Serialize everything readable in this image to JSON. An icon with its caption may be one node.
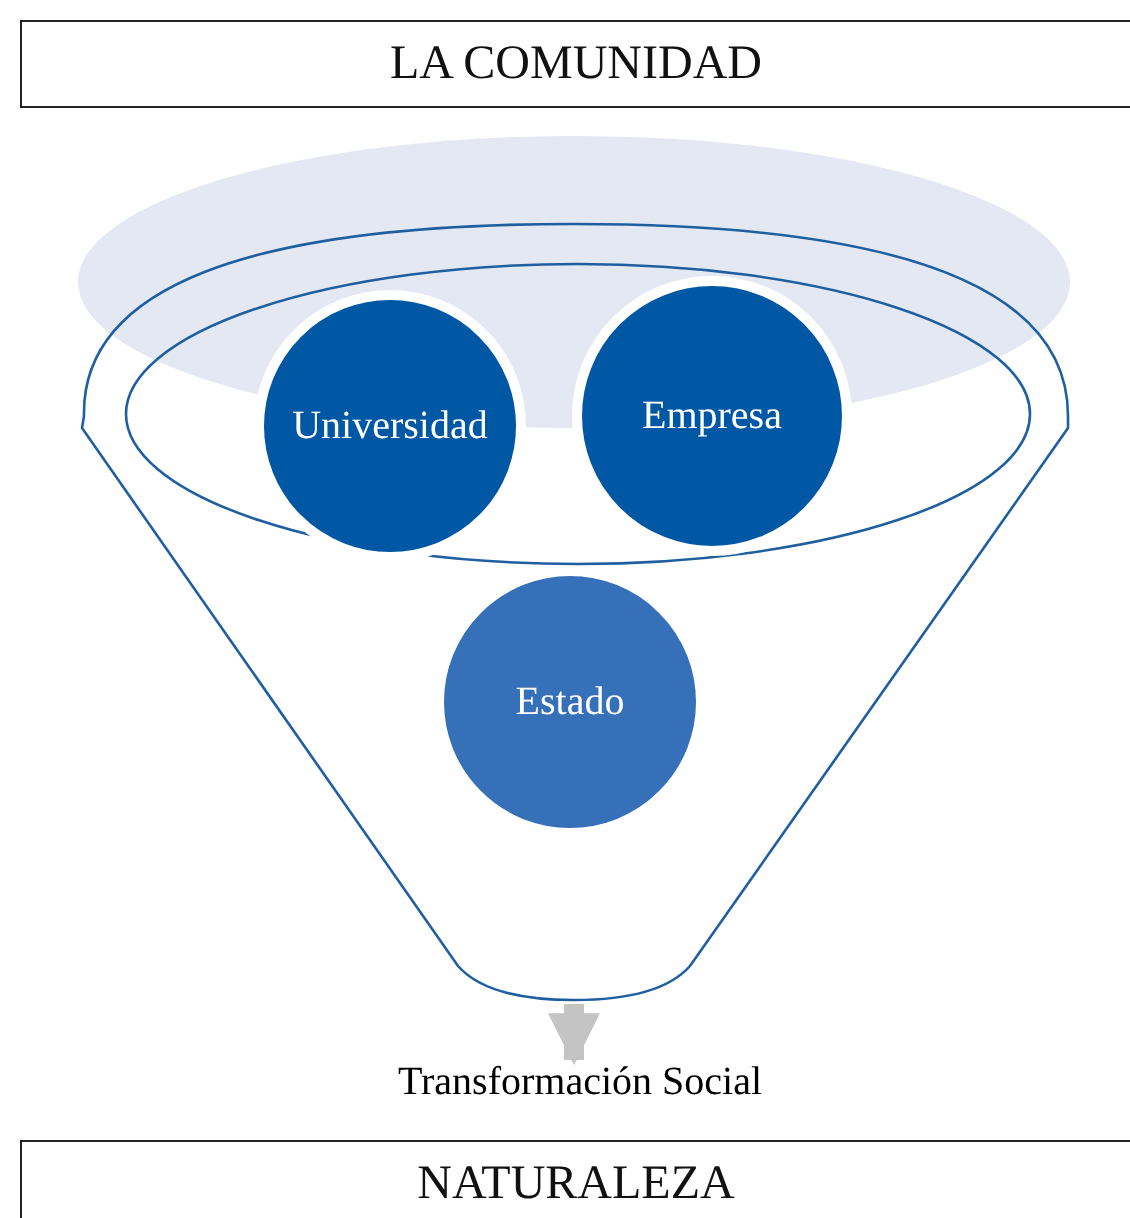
{
  "diagram": {
    "nodes": [
      {
        "text": [
          "LA COMUNIDAD"
        ]
      },
      {
        "text": [],
        "shape": "funnel"
      },
      {
        "text": [
          "Universidad"
        ],
        "in": 1
      },
      {
        "text": [
          "Empresa"
        ],
        "in": 1
      },
      {
        "text": [
          "Estado"
        ],
        "in": 1
      },
      {
        "text": [
          "Transformación Social"
        ]
      },
      {
        "text": [
          "NATURALEZA"
        ]
      }
    ],
    "edges": [
      {
        "from": 1,
        "to": 5,
        "arrow": "to"
      }
    ]
  }
}
